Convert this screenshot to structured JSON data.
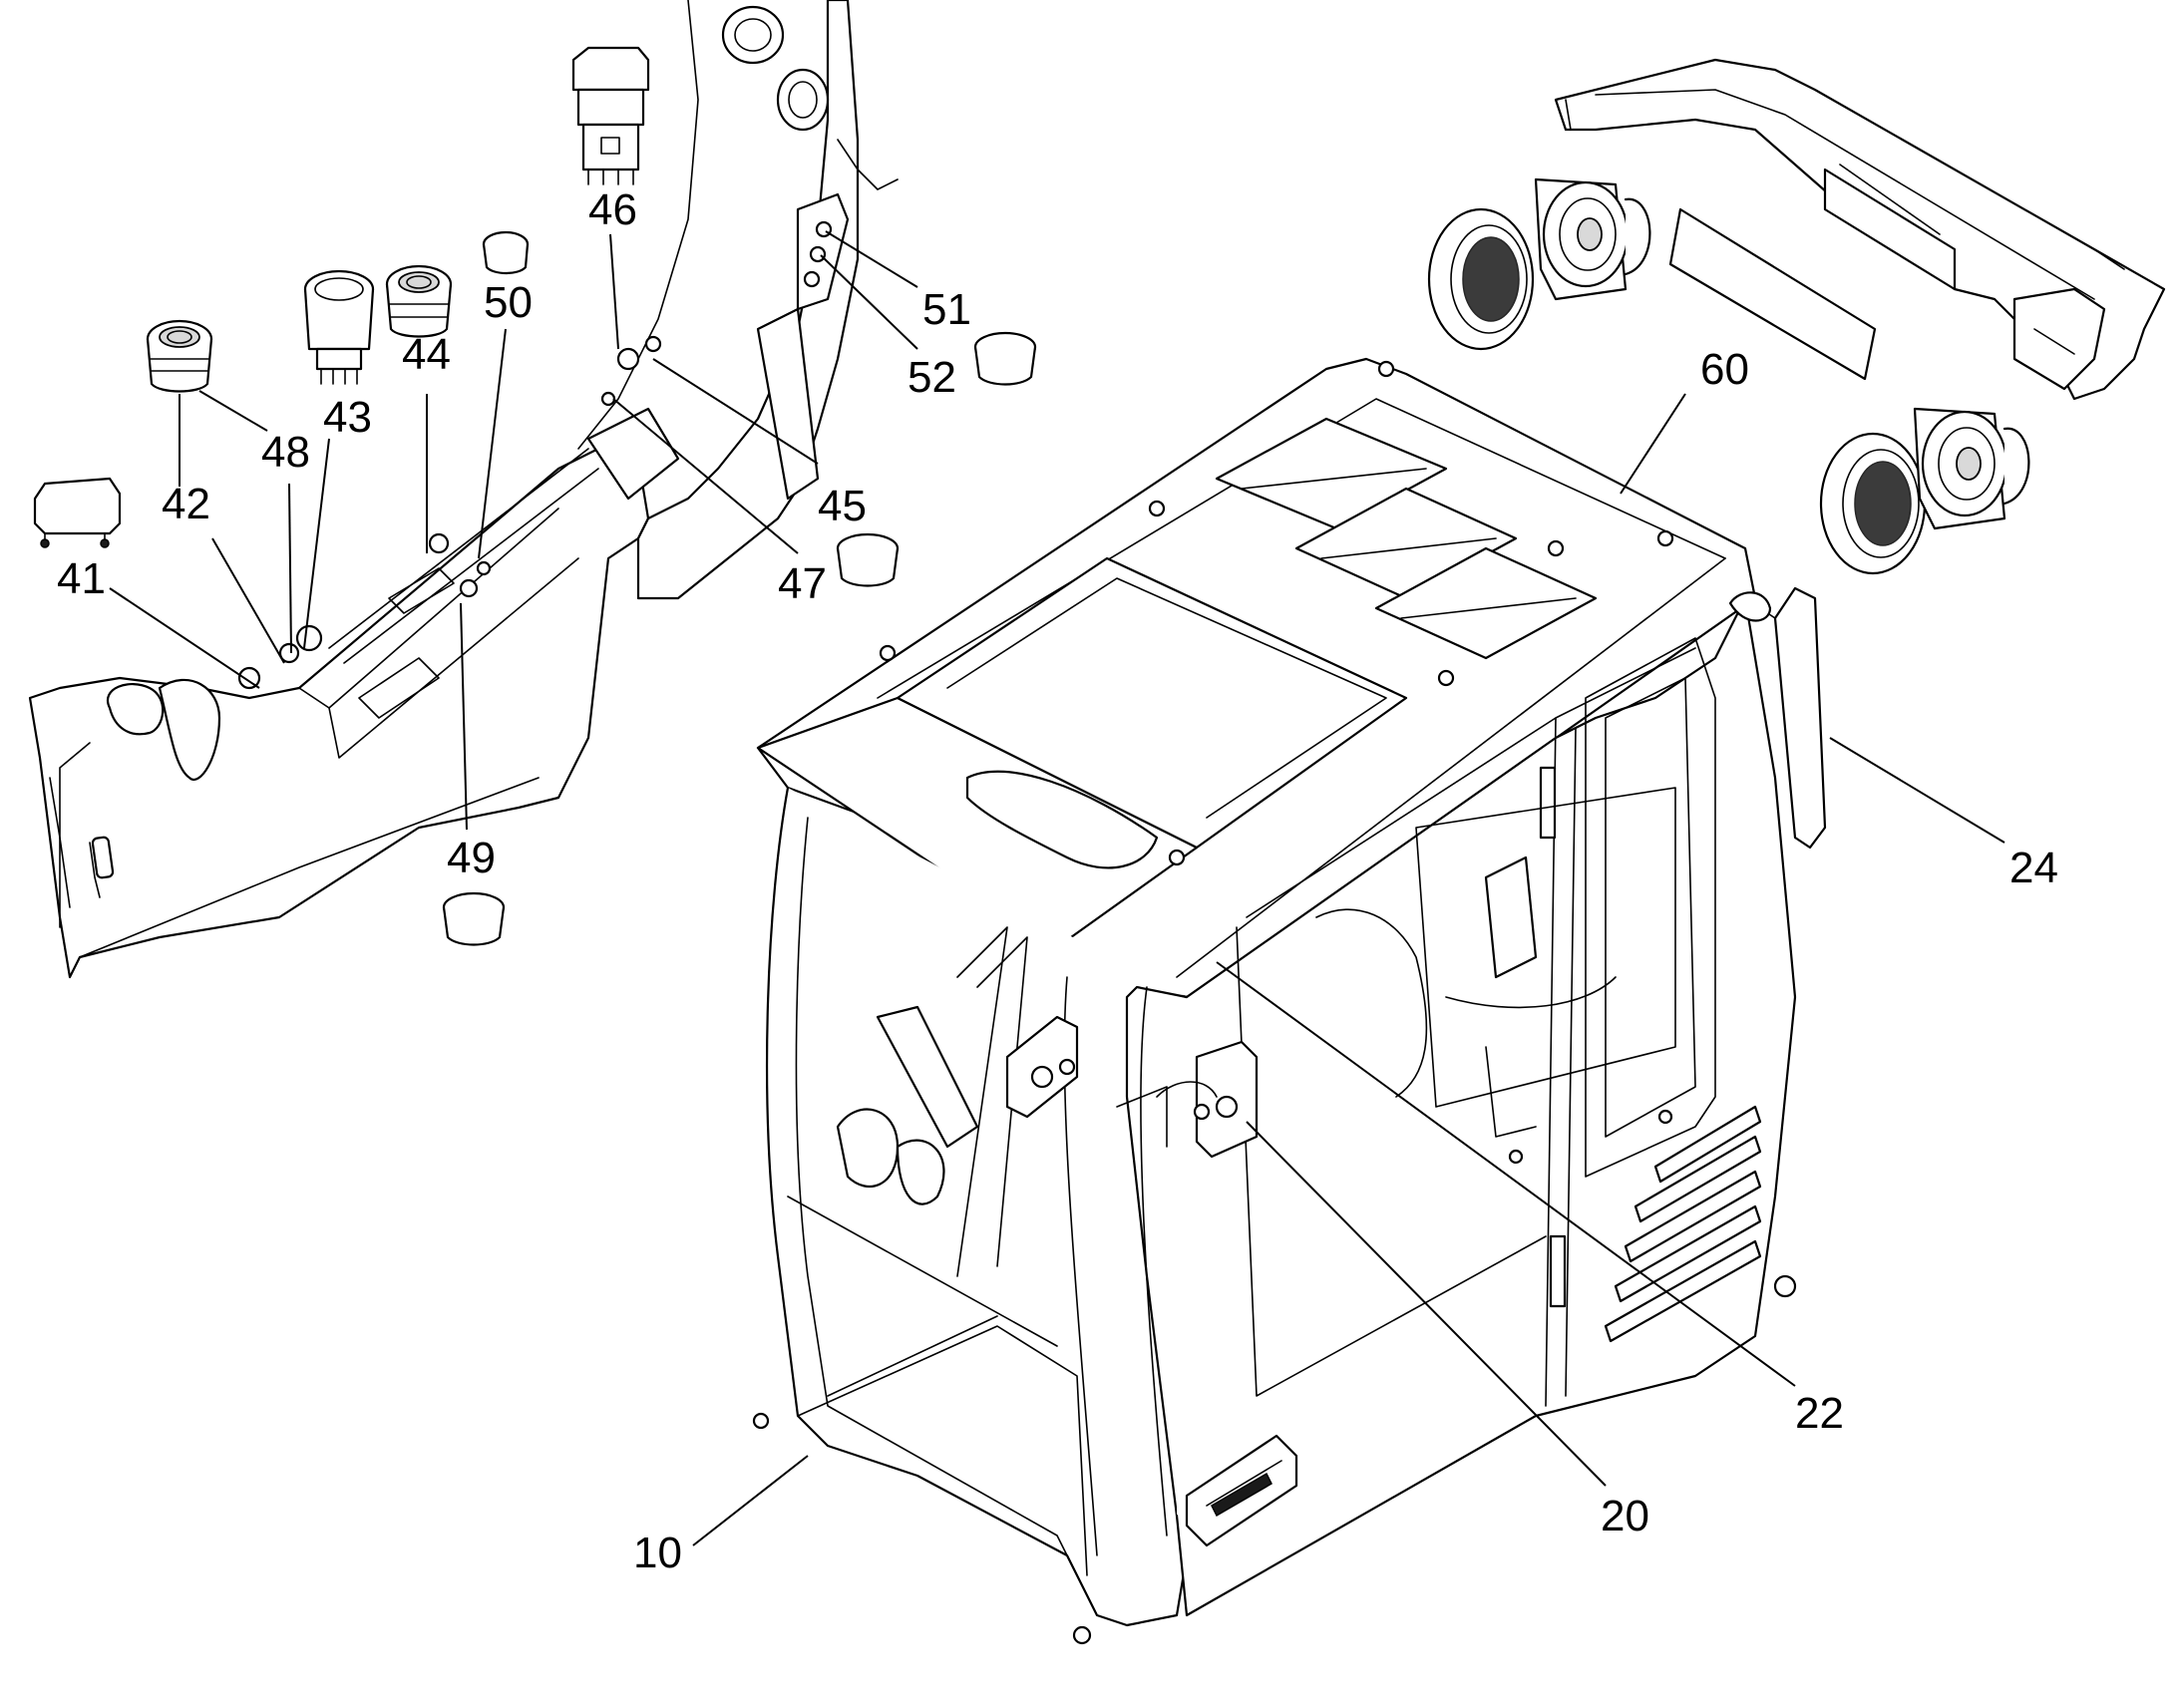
{
  "callouts": {
    "c10": "10",
    "c20": "20",
    "c22": "22",
    "c24": "24",
    "c41": "41",
    "c42": "42",
    "c43": "43",
    "c44": "44",
    "c45": "45",
    "c46": "46",
    "c47": "47",
    "c48": "48",
    "c49": "49",
    "c50": "50",
    "c51": "51",
    "c52": "52",
    "c60": "60"
  },
  "colors": {
    "line": "#000000",
    "background": "#ffffff",
    "fill_dark": "#1a1a1a"
  }
}
